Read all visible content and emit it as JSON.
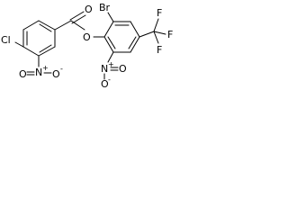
{
  "molecule": {
    "atoms": {
      "cl": "Cl",
      "o_ester_carbonyl": "O",
      "o_ester_bridge": "O",
      "br": "Br",
      "f1": "F",
      "f2": "F",
      "f3": "F",
      "nitro_left_n": "N",
      "nitro_left_plus": "+",
      "nitro_left_o_top": "O",
      "nitro_left_o_right": "O",
      "nitro_left_minus": "-",
      "nitro_right_n": "N",
      "nitro_right_plus": "+",
      "nitro_right_o_right": "O",
      "nitro_right_o_bottom": "O",
      "nitro_right_minus": "-"
    }
  }
}
